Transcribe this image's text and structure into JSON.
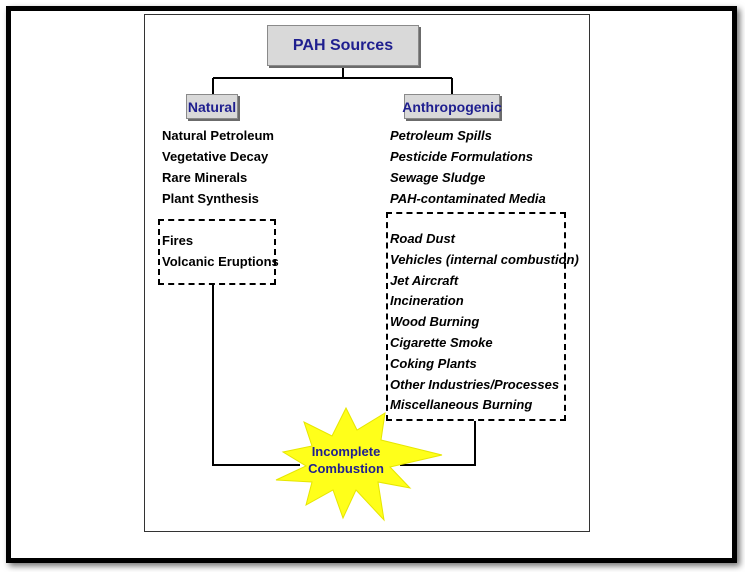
{
  "root": {
    "label": "PAH Sources"
  },
  "natural": {
    "label": "Natural",
    "sources": [
      "Natural Petroleum",
      "Vegetative Decay",
      "Rare Minerals",
      "Plant Synthesis"
    ],
    "combustion_sources": [
      "Fires",
      "Volcanic Eruptions"
    ]
  },
  "anthropogenic": {
    "label": "Anthropogenic",
    "sources": [
      "Petroleum Spills",
      "Pesticide Formulations",
      "Sewage Sludge",
      "PAH-contaminated Media"
    ],
    "combustion_sources": [
      "Road Dust",
      "Vehicles (internal combustion)",
      "Jet Aircraft",
      "Incineration",
      "Wood Burning",
      "Cigarette Smoke",
      "Coking Plants",
      "Other Industries/Processes",
      "Miscellaneous Burning"
    ]
  },
  "combustion": {
    "line1": "Incomplete",
    "line2": "Combustion"
  },
  "colors": {
    "box_fill": "#d9d9d9",
    "box_text": "#1f1f8f",
    "burst_fill": "#ffff1a"
  }
}
